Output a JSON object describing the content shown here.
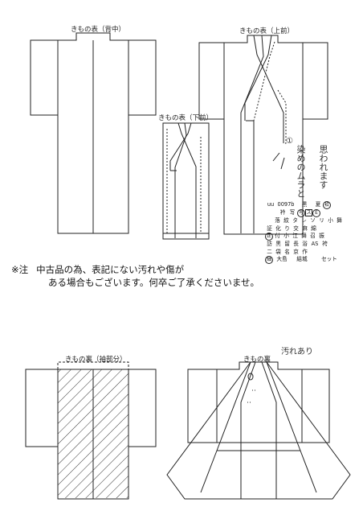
{
  "labels": {
    "back": "きもの表（背中）",
    "front_upper": "きもの表（上前）",
    "front_lower": "きもの表（下前）",
    "lining_sleeve": "きもの裏（袖部分）",
    "lining": "きもの裏"
  },
  "notice": {
    "prefix": "※注",
    "line1": "中古品の為、表記にない汚れや傷が",
    "line2": "ある場合もございます。何卒ご了承くださいませ。"
  },
  "annotations": {
    "front_marker": "①",
    "front_note": "染めのムラと",
    "front_note2": "思われます",
    "lining_note": "汚れあり"
  },
  "spec": {
    "code_prefix": "uu",
    "code": "0097b",
    "row1": [
      "黒",
      "夏"
    ],
    "row1_circled": "袷",
    "row2": [
      "衿",
      "写",
      "写",
      "ス",
      "E"
    ],
    "row3": [
      "落",
      "紋",
      "タ",
      "レ",
      "ソ",
      "リ",
      "小",
      "舞"
    ],
    "row4": [
      "証",
      "化",
      "り",
      "交",
      "麻",
      "綿"
    ],
    "row5": [
      "正",
      "付",
      "小",
      "江",
      "舞",
      "召",
      "振"
    ],
    "row6": [
      "訪",
      "黒",
      "留",
      "長",
      "浴",
      "AS",
      "袴"
    ],
    "row7": [
      "二",
      "袋",
      "名",
      "京",
      "作"
    ],
    "row8_circled": "紬",
    "row8": [
      "大島",
      "結城",
      "セット"
    ]
  }
}
